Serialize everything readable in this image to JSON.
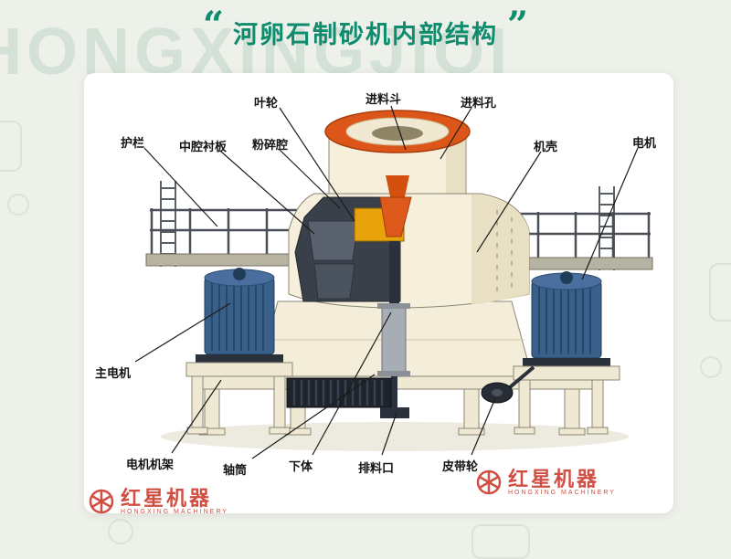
{
  "header": {
    "quote_open": "“",
    "quote_close": "”",
    "title": "河卵石制砂机内部结构"
  },
  "watermark": {
    "background_text": "HONGXINGJIQI"
  },
  "brand_logo": {
    "icon": "gear-star-icon",
    "name": "红星机器",
    "subtext": "HONGXING MACHINERY"
  },
  "colors": {
    "title_green": "#0e8c6d",
    "brand_red": "#c8281a",
    "hopper_orange": "#dc561a",
    "impeller_yellow": "#e8a30c",
    "machine_cream": "#f5efdb",
    "motor_blue": "#39608a"
  },
  "diagram": {
    "labels": [
      {
        "text": "叶轮"
      },
      {
        "text": "进料斗"
      },
      {
        "text": "进料孔"
      },
      {
        "text": "护栏"
      },
      {
        "text": "中腔衬板"
      },
      {
        "text": "粉碎腔"
      },
      {
        "text": "机壳"
      },
      {
        "text": "电机"
      },
      {
        "text": "主电机"
      },
      {
        "text": "电机机架"
      },
      {
        "text": "轴筒"
      },
      {
        "text": "下体"
      },
      {
        "text": "排料口"
      },
      {
        "text": "皮带轮"
      }
    ]
  }
}
